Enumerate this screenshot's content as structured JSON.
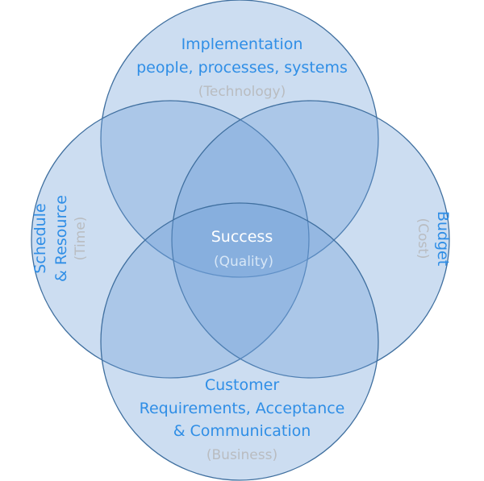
{
  "colors": {
    "circle_fill": "#6c9fd8",
    "circle_stroke": "#3f6f9f",
    "label_blue": "#2f8ee6",
    "label_gray": "#b9bcc0",
    "center_text": "#ffffff"
  },
  "top": {
    "line1": "Implementation",
    "line2": "people, processes, systems",
    "sub": "(Technology)"
  },
  "left": {
    "line1": "Schedule",
    "line2": "& Resource",
    "sub": "(Time)"
  },
  "right": {
    "line1": "Budget",
    "sub": "(Cost)"
  },
  "bottom": {
    "line1": "Customer",
    "line2": "Requirements, Acceptance",
    "line3": "& Communication",
    "sub": "(Business)"
  },
  "center": {
    "line1": "Success",
    "sub": "(Quality)"
  }
}
